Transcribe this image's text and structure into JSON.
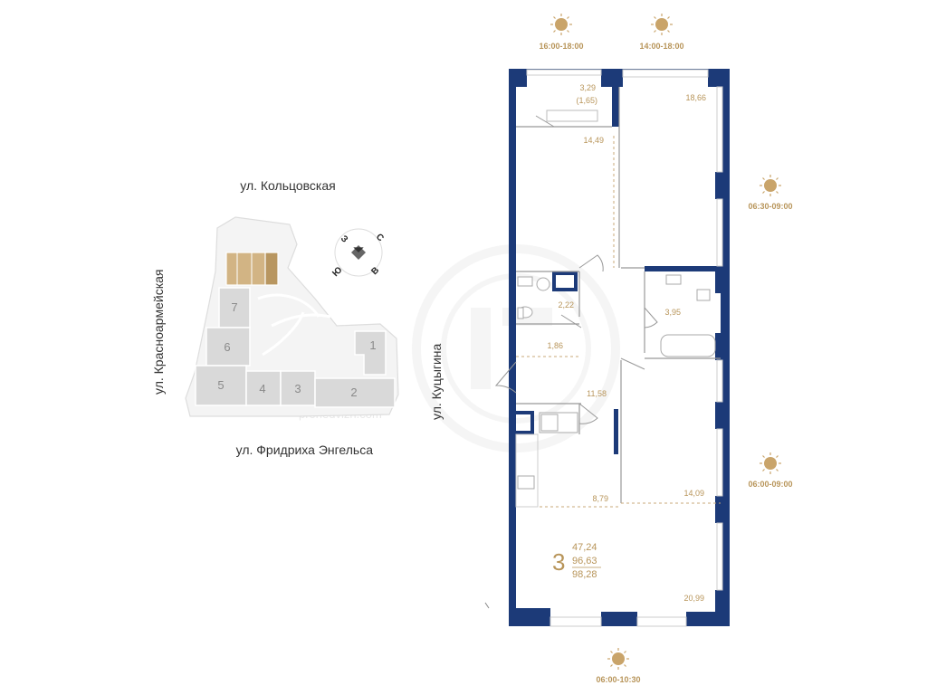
{
  "sun_times": {
    "top_left": "16:00-18:00",
    "top_right": "14:00-18:00",
    "right_upper": "06:30-09:00",
    "right_lower": "06:00-09:00",
    "bottom": "06:00-10:30"
  },
  "rooms": {
    "balcony": "3,29",
    "balcony_reduced": "(1,65)",
    "bedroom_top_right": "18,66",
    "bedroom_top_left": "14,49",
    "wc": "2,22",
    "bathroom": "3,95",
    "corridor_small": "1,86",
    "hall": "11,58",
    "kitchen": "8,79",
    "bedroom_mid_right": "14,09",
    "living": "20,99"
  },
  "summary": {
    "rooms_count": "3",
    "living_area": "47,24",
    "total_area": "96,63",
    "total_with_balcony": "98,28"
  },
  "site_plan": {
    "street_top": "ул. Кольцовская",
    "street_left": "ул. Красноармейская",
    "street_bottom": "ул. Фридриха Энгельса",
    "street_right": "ул. Куцыгина",
    "buildings": [
      "7",
      "6",
      "5",
      "4",
      "3",
      "2",
      "1"
    ],
    "compass": {
      "north": "С",
      "south": "Ю",
      "east": "В",
      "west": "З"
    }
  },
  "watermark": "pronedvizh.com",
  "colors": {
    "wall": "#1c3a78",
    "accent": "#b8955a",
    "site_building": "#d9d9d9",
    "selected_building": "#d2b484"
  }
}
